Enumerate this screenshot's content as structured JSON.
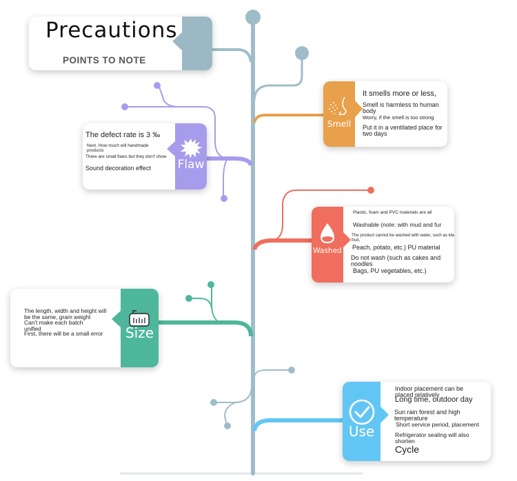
{
  "header": {
    "title": "Precautions",
    "subtitle": "POINTS TO NOTE"
  },
  "colors": {
    "trunk": "#9fbcc9",
    "header_band": "#9cb8c4",
    "smell": "#e8a04a",
    "flaw": "#a79cec",
    "washed": "#ef6e5d",
    "size": "#4eb79b",
    "use": "#62c6f4"
  },
  "cards": {
    "smell": {
      "label": "Smell",
      "icon": "nose-icon",
      "lines": [
        "It smells more or less,",
        "Smell is harmless to human body",
        "Worry, if the smell is too strong",
        "Put it in a ventilated place for two days"
      ]
    },
    "flaw": {
      "label": "Flaw",
      "icon": "splash-icon",
      "lines": [
        "The defect rate is 3 ‰",
        "Next. How much will handmade products",
        "There are small flaws but they don't show",
        "Sound decoration effect"
      ]
    },
    "washed": {
      "label": "Washed",
      "icon": "water-drop-icon",
      "lines": [
        "Plastic, foam and PVC materials are all",
        "Washable (note: with mud and fur",
        "The product cannot be washed with water, such as kiwi fruit,",
        "Peach, potato, etc.) PU material",
        "Do not wash (such as cakes and noodles",
        "Bags, PU vegetables, etc.)"
      ]
    },
    "size": {
      "label": "Size",
      "icon": "tape-measure-icon",
      "lines": [
        "The length, width and height will be the same, gram weight",
        "Can't make each batch unified",
        "First, there will be a small error"
      ]
    },
    "use": {
      "label": "Use",
      "icon": "check-circle-icon",
      "lines": [
        "Indoor placement can be placed relatively",
        "Long time, outdoor day",
        "Sun rain forest and high temperature",
        "Short service period, placement",
        "Refrigerator sealing will also shorten",
        "Cycle"
      ]
    }
  }
}
